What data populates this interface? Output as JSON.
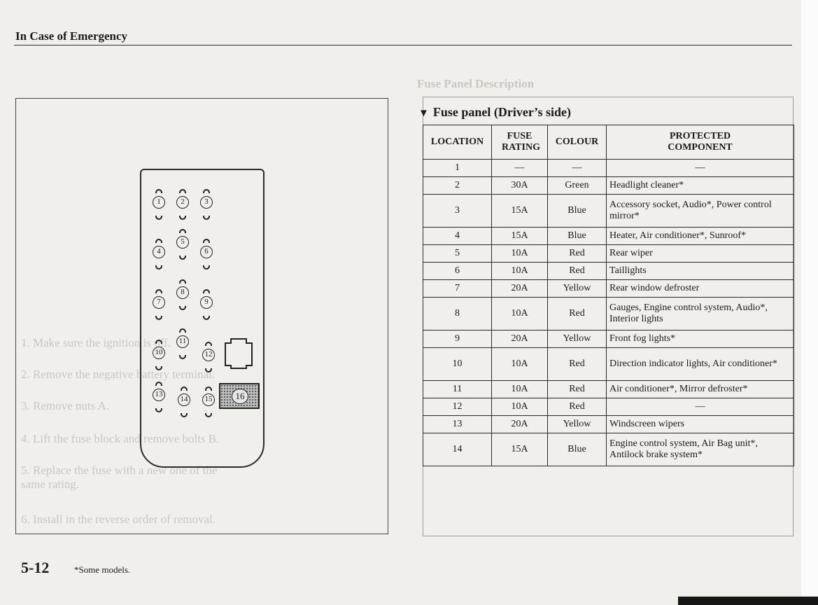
{
  "section_title": "In Case of Emergency",
  "panel_title": "Fuse panel (Driver’s side)",
  "table": {
    "headers": [
      "LOCATION",
      "FUSE RATING",
      "COLOUR",
      "PROTECTED COMPONENT"
    ],
    "rows": [
      {
        "location": "1",
        "rating": "—",
        "colour": "—",
        "component": "—"
      },
      {
        "location": "2",
        "rating": "30A",
        "colour": "Green",
        "component": "Headlight cleaner*"
      },
      {
        "location": "3",
        "rating": "15A",
        "colour": "Blue",
        "component": "Accessory socket, Audio*, Power control mirror*"
      },
      {
        "location": "4",
        "rating": "15A",
        "colour": "Blue",
        "component": "Heater, Air conditioner*, Sunroof*"
      },
      {
        "location": "5",
        "rating": "10A",
        "colour": "Red",
        "component": "Rear wiper"
      },
      {
        "location": "6",
        "rating": "10A",
        "colour": "Red",
        "component": "Taillights"
      },
      {
        "location": "7",
        "rating": "20A",
        "colour": "Yellow",
        "component": "Rear window defroster"
      },
      {
        "location": "8",
        "rating": "10A",
        "colour": "Red",
        "component": "Gauges, Engine control system, Audio*, Interior lights"
      },
      {
        "location": "9",
        "rating": "20A",
        "colour": "Yellow",
        "component": "Front fog lights*"
      },
      {
        "location": "10",
        "rating": "10A",
        "colour": "Red",
        "component": "Direction indicator lights, Air conditioner*"
      },
      {
        "location": "11",
        "rating": "10A",
        "colour": "Red",
        "component": "Air conditioner*, Mirror defroster*"
      },
      {
        "location": "12",
        "rating": "10A",
        "colour": "Red",
        "component": "—"
      },
      {
        "location": "13",
        "rating": "20A",
        "colour": "Yellow",
        "component": "Windscreen wipers"
      },
      {
        "location": "14",
        "rating": "15A",
        "colour": "Blue",
        "component": "Engine control system, Air Bag unit*, Antilock brake system*"
      }
    ]
  },
  "diagram": {
    "fuse_labels": [
      "1",
      "2",
      "3",
      "4",
      "5",
      "6",
      "7",
      "8",
      "9",
      "10",
      "11",
      "12",
      "13",
      "14",
      "15",
      "16"
    ]
  },
  "ghost": {
    "fuse_panel_description": "Fuse Panel Description",
    "step1": "1. Make sure the ignition is off.",
    "step2": "2. Remove the negative battery terminal.",
    "step3": "3. Remove nuts A.",
    "step4": "4. Lift the fuse block and remove bolts B.",
    "step5": "5. Replace the fuse with a new one of the",
    "step5b": "same rating.",
    "step6": "6. Install in the reverse order of removal."
  },
  "footer": {
    "page_number": "5-12",
    "footnote": "*Some models."
  }
}
